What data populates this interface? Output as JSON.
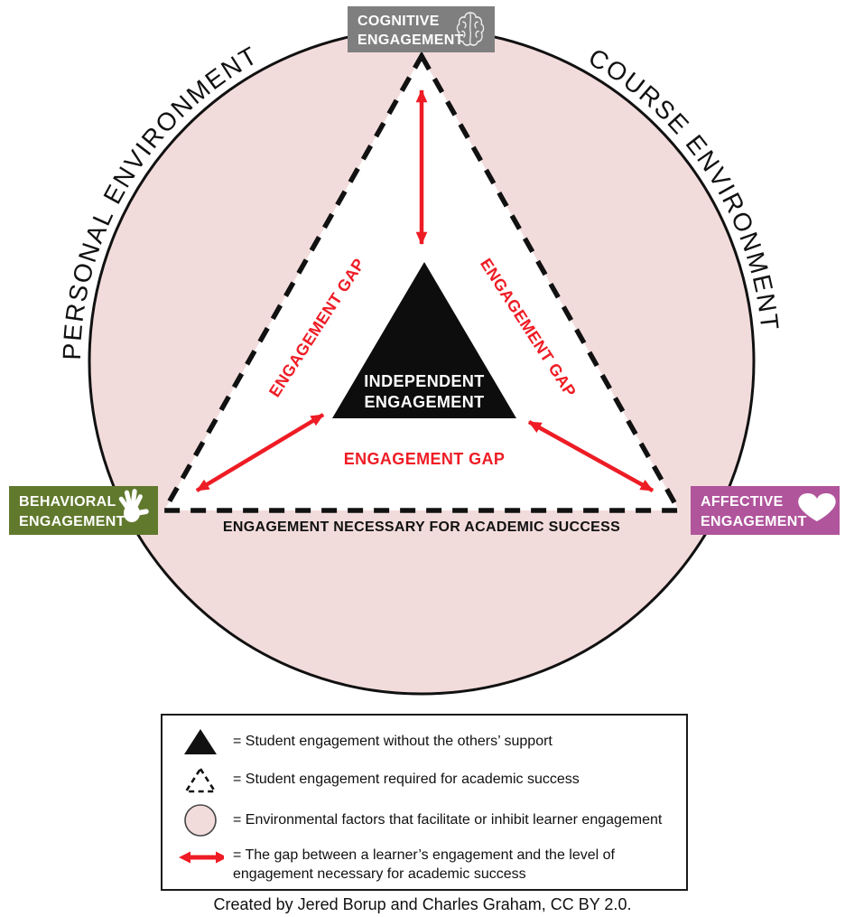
{
  "colors": {
    "circle_fill": "#f2dcdb",
    "circle_stroke": "#111111",
    "gray_box": "#7f7f7f",
    "olive_box": "#61792d",
    "purple_box": "#b0549c",
    "red": "#ee1c25",
    "black_triangle": "#0d0d0d",
    "white": "#ffffff"
  },
  "environment": {
    "personal": "PERSONAL ENVIRONMENT",
    "course": "COURSE ENVIRONMENT"
  },
  "nodes": {
    "cognitive": {
      "line1": "COGNITIVE",
      "line2": "ENGAGEMENT",
      "icon": "brain-icon"
    },
    "behavioral": {
      "line1": "BEHAVIORAL",
      "line2": "ENGAGEMENT",
      "icon": "hand-icon"
    },
    "affective": {
      "line1": "AFFECTIVE",
      "line2": "ENGAGEMENT",
      "icon": "heart-icon"
    },
    "independent": {
      "line1": "INDEPENDENT",
      "line2": "ENGAGEMENT"
    }
  },
  "gap_labels": {
    "left": "ENGAGEMENT GAP",
    "right": "ENGAGEMENT GAP",
    "bottom": "ENGAGEMENT GAP"
  },
  "baseline_label": "ENGAGEMENT NECESSARY FOR ACADEMIC SUCCESS",
  "legend": {
    "items": [
      {
        "icon": "black-triangle-icon",
        "text": "= Student engagement without the others’ support"
      },
      {
        "icon": "dashed-triangle-icon",
        "text": "= Student engagement required for academic success"
      },
      {
        "icon": "environment-circle-icon",
        "text": "= Environmental factors that facilitate or inhibit learner engagement"
      },
      {
        "icon": "gap-arrow-icon",
        "text": "= The gap between a learner’s engagement and the level of engagement necessary for academic success"
      }
    ]
  },
  "caption": "Created by Jered Borup and Charles Graham, CC BY 2.0."
}
